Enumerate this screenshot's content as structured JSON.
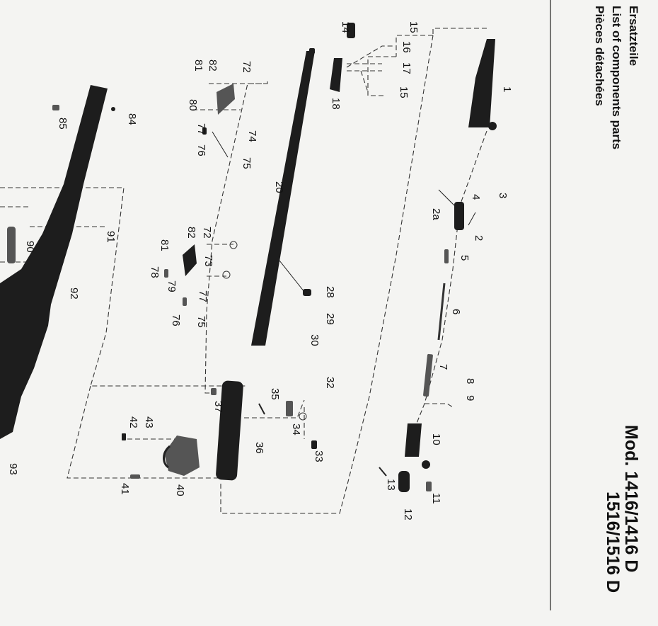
{
  "header": {
    "line1": "Ersatzteile",
    "line2": "List of components parts",
    "line3": "Pièces détachées"
  },
  "model": {
    "line1": "Mod. 1416/1416 D",
    "line2": "1516/1516 D"
  },
  "parts": {
    "p1": "1",
    "p2": "2",
    "p2a": "2a",
    "p3": "3",
    "p4": "4",
    "p5": "5",
    "p6": "6",
    "p7": "7",
    "p8": "8",
    "p9": "9",
    "p10": "10",
    "p11": "11",
    "p12": "12",
    "p13": "13",
    "p14": "14",
    "p15a": "15",
    "p15b": "15",
    "p16": "16",
    "p17": "17",
    "p18": "18",
    "p20": "20",
    "p28": "28",
    "p29": "29",
    "p30": "30",
    "p32": "32",
    "p33": "33",
    "p34": "34",
    "p35": "35",
    "p36": "36",
    "p37": "37",
    "p40": "40",
    "p41": "41",
    "p42": "42",
    "p43": "43",
    "p72a": "72",
    "p82a": "82",
    "p81a": "81",
    "p80": "80",
    "p77a": "77",
    "p76a": "76",
    "p74": "74",
    "p75a": "75",
    "p72b": "72",
    "p82b": "82",
    "p81b": "81",
    "p73": "73",
    "p78": "78",
    "p79": "79",
    "p77b": "77",
    "p76b": "76",
    "p75b": "75",
    "p84": "84",
    "p85": "85",
    "p90": "90",
    "p91": "91",
    "p92": "92",
    "p93": "93"
  }
}
